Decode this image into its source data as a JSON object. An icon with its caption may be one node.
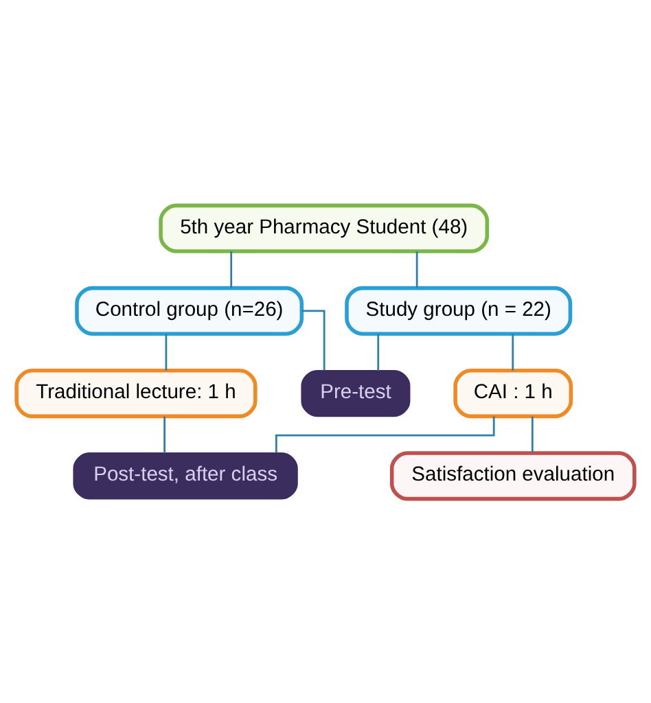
{
  "diagram": {
    "nodes": [
      {
        "text": [
          "5th year Pharmacy Student (48)"
        ]
      },
      {
        "text": [
          "Control group (n=26)"
        ]
      },
      {
        "text": [
          "Study group (n = 22)"
        ]
      },
      {
        "text": [
          "Pre-test"
        ]
      },
      {
        "text": [
          "Traditional lecture: 1 h"
        ]
      },
      {
        "text": [
          "CAI : 1 h"
        ]
      },
      {
        "text": [
          "Post-test, after class"
        ]
      },
      {
        "text": [
          "Satisfaction evaluation"
        ]
      }
    ],
    "edges": [
      {
        "from": 0,
        "to": 1,
        "arrow": "none"
      },
      {
        "from": 0,
        "to": 2,
        "arrow": "none"
      },
      {
        "from": 1,
        "to": 3,
        "arrow": "none"
      },
      {
        "from": 2,
        "to": 3,
        "arrow": "none"
      },
      {
        "from": 1,
        "to": 4,
        "arrow": "none"
      },
      {
        "from": 2,
        "to": 5,
        "arrow": "none"
      },
      {
        "from": 4,
        "to": 6,
        "arrow": "none"
      },
      {
        "from": 5,
        "to": 6,
        "arrow": "none"
      },
      {
        "from": 5,
        "to": 7,
        "arrow": "none"
      }
    ]
  }
}
